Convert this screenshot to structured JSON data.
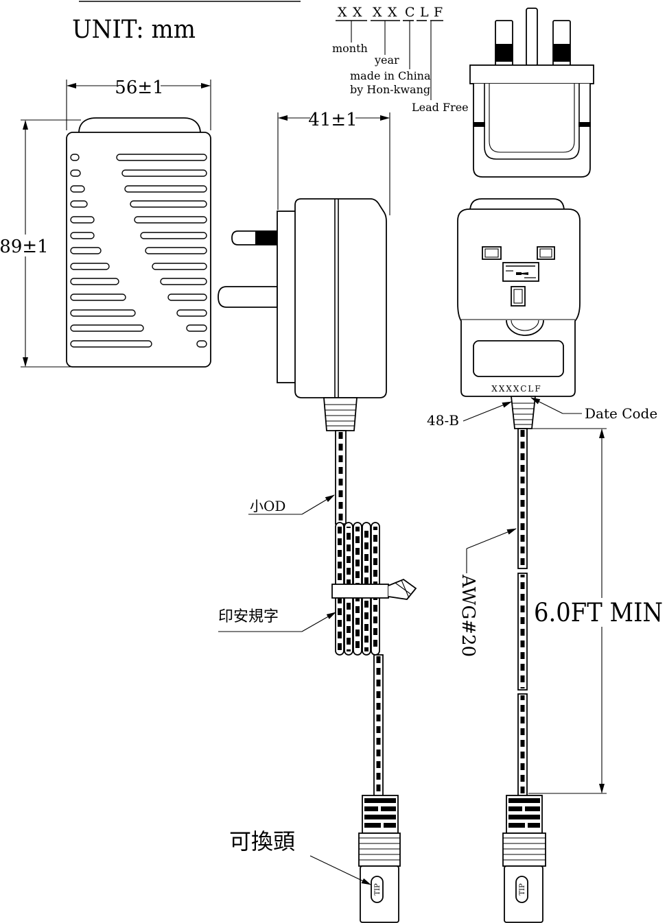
{
  "unit_label": "UNIT: mm",
  "date_code_legend": {
    "code_chars": [
      "X",
      "X",
      "X",
      "X",
      "C",
      "L",
      "F"
    ],
    "month": "month",
    "year": "year",
    "made_in": "made in China",
    "by": "by Hon-kwang",
    "lead_free": "Lead Free"
  },
  "dimensions": {
    "width": "56±1",
    "depth": "41±1",
    "height": "89±1",
    "cable_length": "6.0FT MIN"
  },
  "callouts": {
    "cable_od": "小OD",
    "safety_marking": "印安規字",
    "interchangeable_tip": "可換頭",
    "strain_relief": "48-B",
    "date_code": "Date Code",
    "wire_gauge": "AWG#20"
  },
  "adapter_marking": "XXXXCLF",
  "connectors": [
    {
      "tip_label": "TIP"
    },
    {
      "tip_label": "TIP"
    }
  ]
}
